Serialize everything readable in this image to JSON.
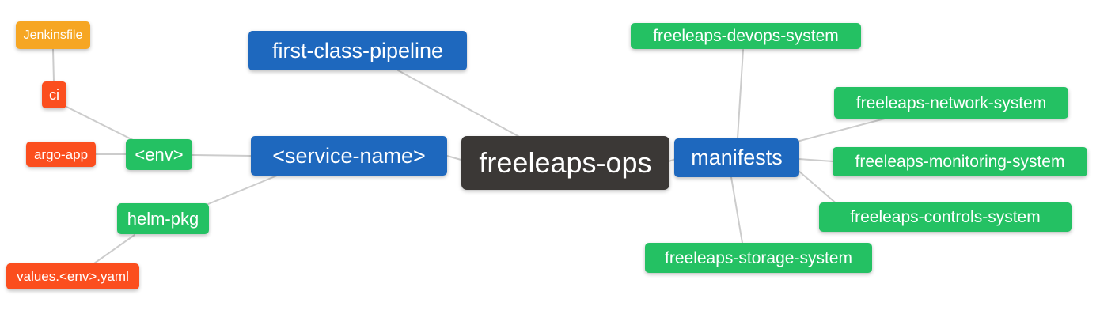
{
  "diagram": {
    "type": "mindmap",
    "root": "freeleaps-ops"
  },
  "palette": {
    "root_bg": "#3B3836",
    "level1_bg": "#1E68BE",
    "level2_bg": "#24C163",
    "level3_bg": "#FB4E1E",
    "level4_bg": "#F6A623",
    "edge_color": "#CCCCCC",
    "text_color": "#FFFFFF",
    "background": "#FFFFFF"
  },
  "nodes": [
    {
      "id": "freeleaps-ops",
      "label": "freeleaps-ops",
      "level": 0
    },
    {
      "id": "first-class-pipeline",
      "label": "first-class-pipeline",
      "level": 1
    },
    {
      "id": "service-name",
      "label": "<service-name>",
      "level": 1
    },
    {
      "id": "manifests",
      "label": "manifests",
      "level": 1
    },
    {
      "id": "env",
      "label": "<env>",
      "level": 2
    },
    {
      "id": "helm-pkg",
      "label": "helm-pkg",
      "level": 2
    },
    {
      "id": "ci",
      "label": "ci",
      "level": 3
    },
    {
      "id": "argo-app",
      "label": "argo-app",
      "level": 3
    },
    {
      "id": "jenkinsfile",
      "label": "Jenkinsfile",
      "level": 4
    },
    {
      "id": "values-env-yaml",
      "label": "values.<env>.yaml",
      "level": 3
    },
    {
      "id": "freeleaps-devops-system",
      "label": "freeleaps-devops-system",
      "level": 2
    },
    {
      "id": "freeleaps-network-system",
      "label": "freeleaps-network-system",
      "level": 2
    },
    {
      "id": "freeleaps-monitoring-system",
      "label": "freeleaps-monitoring-system",
      "level": 2
    },
    {
      "id": "freeleaps-controls-system",
      "label": "freeleaps-controls-system",
      "level": 2
    },
    {
      "id": "freeleaps-storage-system",
      "label": "freeleaps-storage-system",
      "level": 2
    }
  ],
  "edges": [
    {
      "from": "freeleaps-ops",
      "to": "first-class-pipeline"
    },
    {
      "from": "freeleaps-ops",
      "to": "service-name"
    },
    {
      "from": "freeleaps-ops",
      "to": "manifests"
    },
    {
      "from": "service-name",
      "to": "env"
    },
    {
      "from": "service-name",
      "to": "helm-pkg"
    },
    {
      "from": "env",
      "to": "ci"
    },
    {
      "from": "env",
      "to": "argo-app"
    },
    {
      "from": "ci",
      "to": "jenkinsfile"
    },
    {
      "from": "helm-pkg",
      "to": "values-env-yaml"
    },
    {
      "from": "manifests",
      "to": "freeleaps-devops-system"
    },
    {
      "from": "manifests",
      "to": "freeleaps-network-system"
    },
    {
      "from": "manifests",
      "to": "freeleaps-monitoring-system"
    },
    {
      "from": "manifests",
      "to": "freeleaps-controls-system"
    },
    {
      "from": "manifests",
      "to": "freeleaps-storage-system"
    }
  ]
}
